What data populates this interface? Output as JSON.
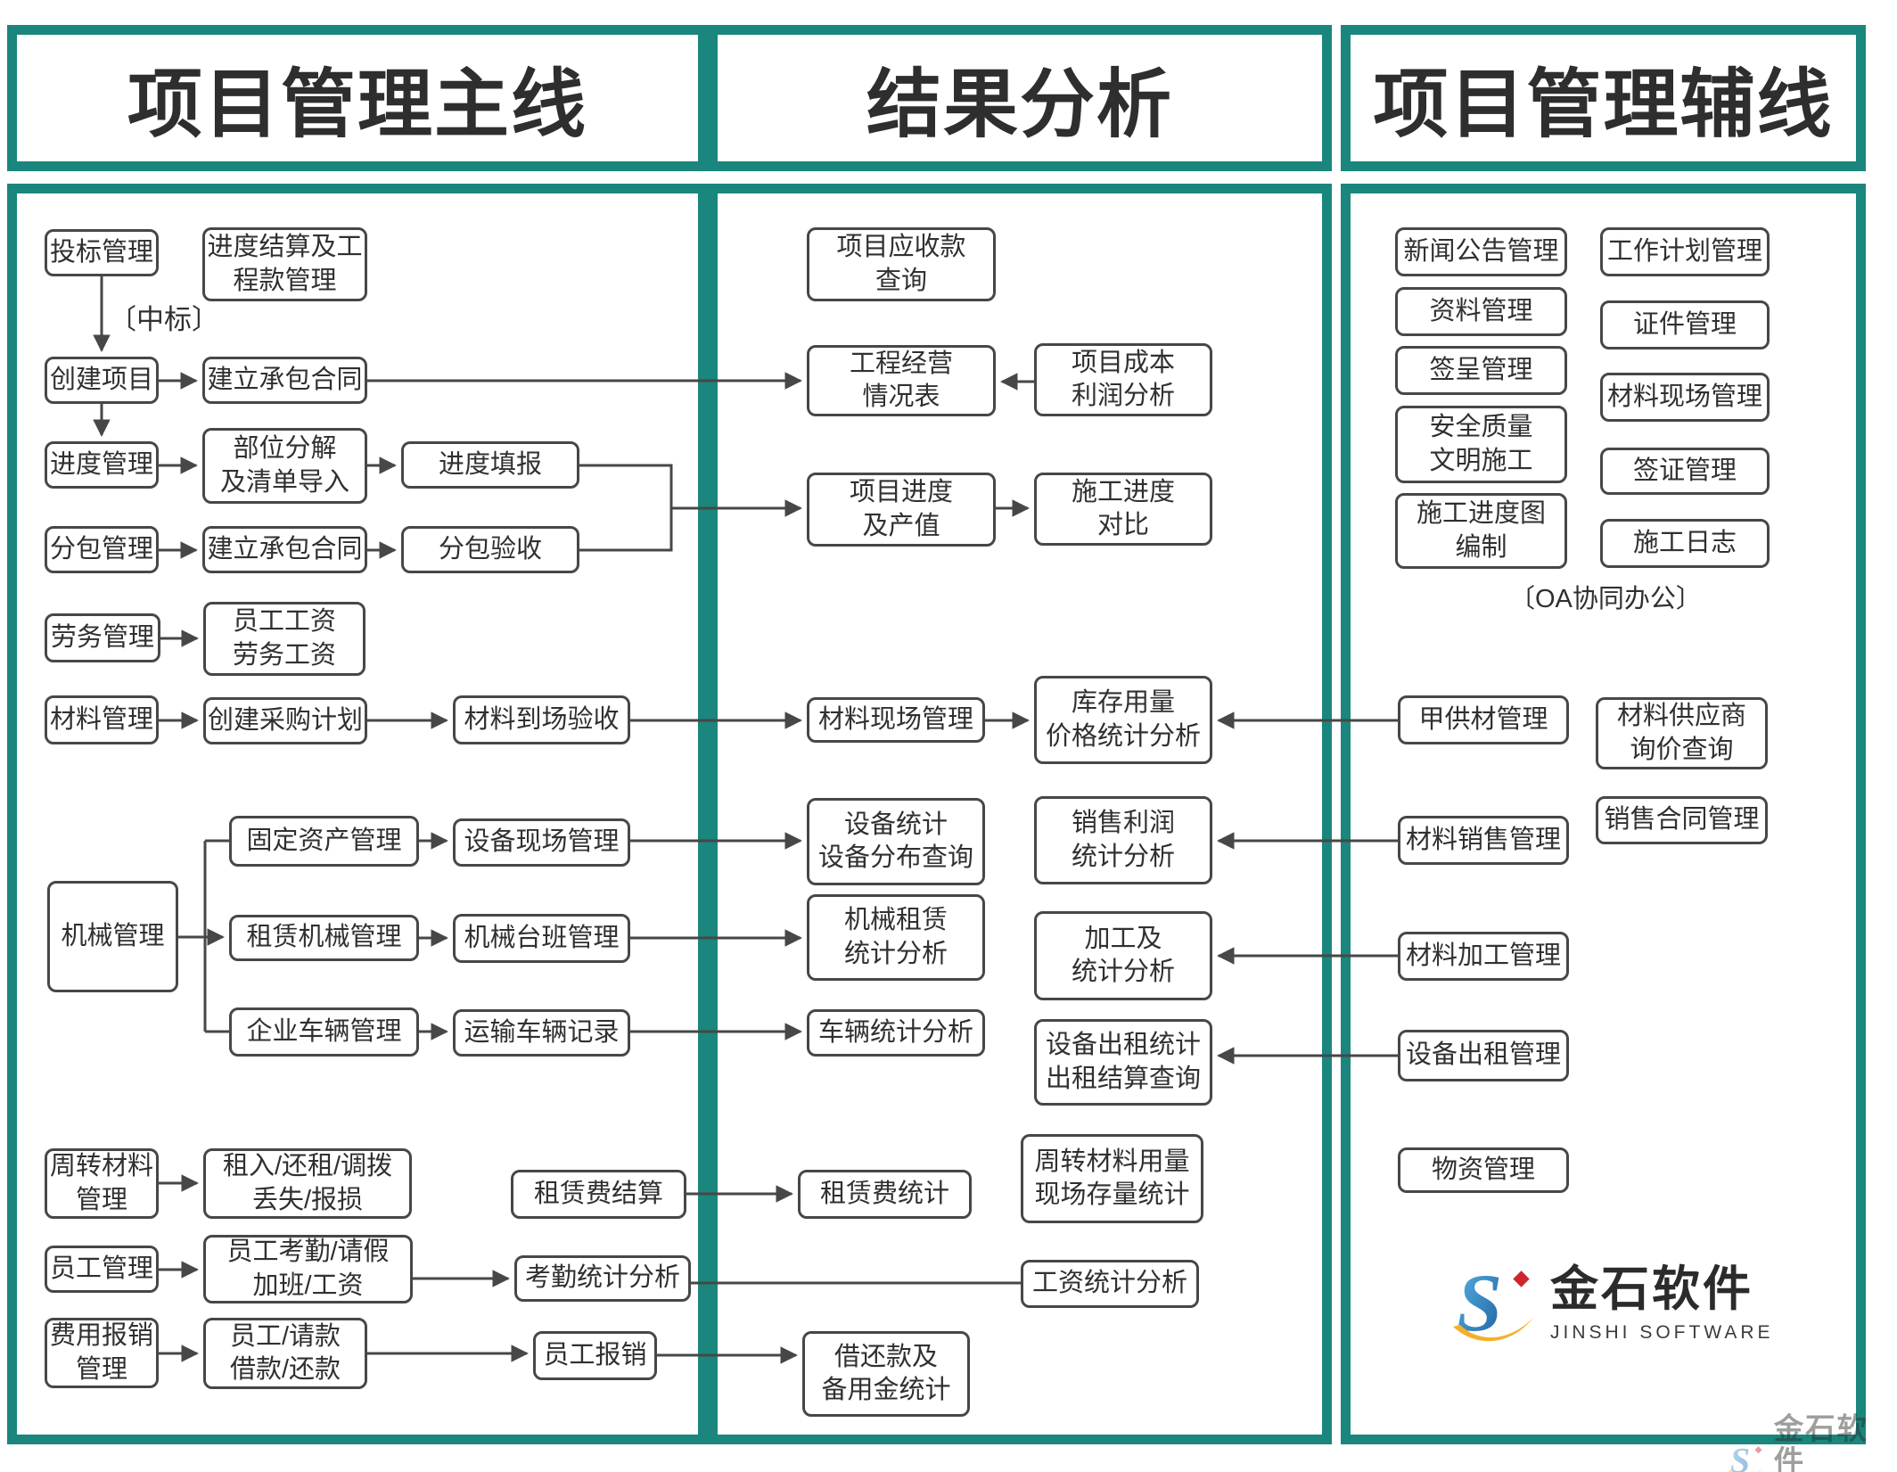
{
  "headers": {
    "col1": "项目管理主线",
    "col2": "结果分析",
    "col3": "项目管理辅线"
  },
  "annotations": {
    "win_bid": "〔中标〕",
    "oa": "〔OA协同办公〕"
  },
  "labels": {
    "bid": "投标管理",
    "settle": "进度结算及工\n程款管理",
    "create": "创建项目",
    "contract1": "建立承包合同",
    "progress": "进度管理",
    "breakdown": "部位分解\n及清单导入",
    "fill": "进度填报",
    "subcontract": "分包管理",
    "contract2": "建立承包合同",
    "subaccept": "分包验收",
    "labor": "劳务管理",
    "wages": "员工工资\n劳务工资",
    "material": "材料管理",
    "purchase": "创建采购计划",
    "arrival": "材料到场验收",
    "machinery": "机械管理",
    "fixedasset": "固定资产管理",
    "equipsite": "设备现场管理",
    "rentmach": "租赁机械管理",
    "machshift": "机械台班管理",
    "vehicles": "企业车辆管理",
    "transport": "运输车辆记录",
    "turnover": "周转材料\n管理",
    "rentin": "租入/还租/调拨\n丢失/报损",
    "rentsettle": "租赁费结算",
    "employee": "员工管理",
    "attendance": "员工考勤/请假\n加班/工资",
    "attendstat": "考勤统计分析",
    "expense": "费用报销\n管理",
    "claims": "员工/请款\n借款/还款",
    "reimburse": "员工报销",
    "receivable": "项目应收款\n查询",
    "opreport": "工程经营\n情况表",
    "projvalue": "项目进度\n及产值",
    "matsite": "材料现场管理",
    "equipstat": "设备统计\n设备分布查询",
    "rentstat": "机械租赁\n统计分析",
    "vehstat": "车辆统计分析",
    "rentfee": "租赁费统计",
    "loanstat": "借还款及\n备用金统计",
    "costprofit": "项目成本\n利润分析",
    "constrcompare": "施工进度\n对比",
    "inventory": "库存用量\n价格统计分析",
    "salesprofit": "销售利润\n统计分析",
    "processstat": "加工及\n统计分析",
    "rentoutstat": "设备出租统计\n出租结算查询",
    "turnstat": "周转材料用量\n现场存量统计",
    "salarystat": "工资统计分析",
    "news": "新闻公告管理",
    "workplan": "工作计划管理",
    "docs": "资料管理",
    "cert": "证件管理",
    "sign": "签呈管理",
    "matsite2": "材料现场管理",
    "safety": "安全质量\n文明施工",
    "visa": "签证管理",
    "schedule": "施工进度图\n编制",
    "log": "施工日志",
    "jiagongcai": "甲供材管理",
    "supplier": "材料供应商\n询价查询",
    "matsale": "材料销售管理",
    "salescontract": "销售合同管理",
    "matprocess": "材料加工管理",
    "equiprent": "设备出租管理",
    "supplies": "物资管理"
  },
  "logo": {
    "title": "金石软件",
    "subtitle": "JINSHI SOFTWARE"
  },
  "colors": {
    "frame_teal": "#1a867d",
    "box_border": "#474747",
    "text": "#303030",
    "logo_blue_light": "#59b5e8",
    "logo_blue_dark": "#1c5e9d",
    "logo_yellow": "#f3b02b",
    "logo_red": "#cc2630"
  },
  "edges": [
    [
      "bid",
      "create"
    ],
    [
      "create",
      "contract1"
    ],
    [
      "create",
      "progress"
    ],
    [
      "progress",
      "breakdown"
    ],
    [
      "breakdown",
      "fill"
    ],
    [
      "subcontract",
      "contract2"
    ],
    [
      "contract2",
      "subaccept"
    ],
    [
      "labor",
      "wages"
    ],
    [
      "material",
      "purchase"
    ],
    [
      "purchase",
      "arrival"
    ],
    [
      "machinery",
      "fixedasset"
    ],
    [
      "machinery",
      "rentmach"
    ],
    [
      "machinery",
      "vehicles"
    ],
    [
      "fixedasset",
      "equipsite"
    ],
    [
      "rentmach",
      "machshift"
    ],
    [
      "vehicles",
      "transport"
    ],
    [
      "turnover",
      "rentin"
    ],
    [
      "employee",
      "attendance"
    ],
    [
      "attendance",
      "attendstat"
    ],
    [
      "expense",
      "claims"
    ],
    [
      "claims",
      "reimburse"
    ],
    [
      "contract1",
      "opreport"
    ],
    [
      "fill",
      "projvalue"
    ],
    [
      "subaccept",
      "projvalue"
    ],
    [
      "arrival",
      "matsite"
    ],
    [
      "equipsite",
      "equipstat"
    ],
    [
      "machshift",
      "rentstat"
    ],
    [
      "transport",
      "vehstat"
    ],
    [
      "rentsettle",
      "rentfee"
    ],
    [
      "attendstat",
      "salarystat"
    ],
    [
      "reimburse",
      "loanstat"
    ],
    [
      "costprofit",
      "opreport"
    ],
    [
      "projvalue",
      "constrcompare"
    ],
    [
      "matsite",
      "inventory"
    ],
    [
      "jiagongcai",
      "inventory"
    ],
    [
      "matsale",
      "salesprofit"
    ],
    [
      "matprocess",
      "processstat"
    ],
    [
      "equiprent",
      "rentoutstat"
    ]
  ]
}
